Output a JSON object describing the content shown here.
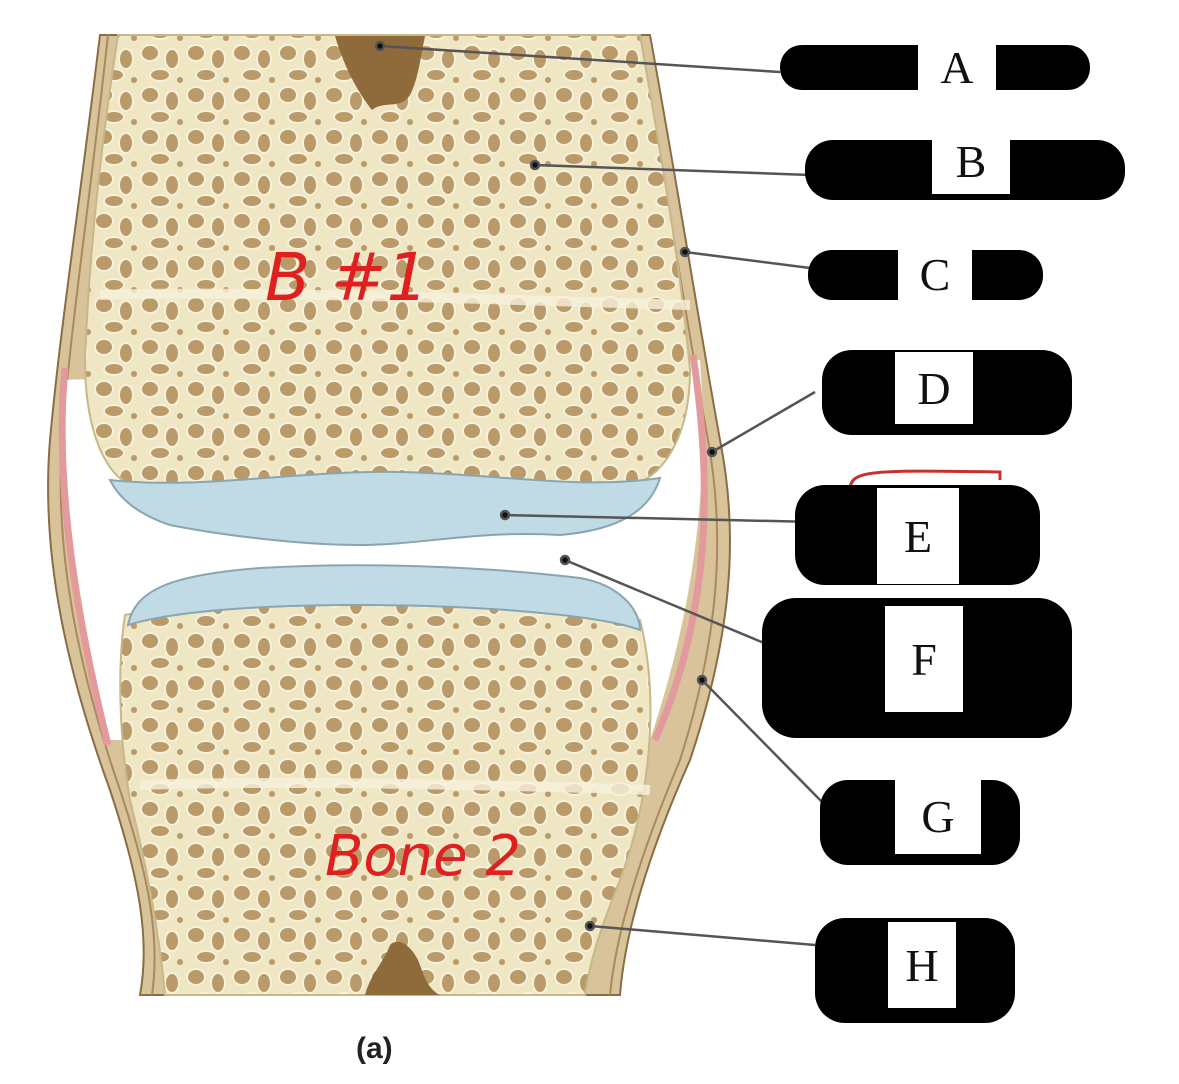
{
  "figure": {
    "caption": "(a)",
    "subject": "synovial joint cross-section",
    "colors": {
      "spongy_bone": "#efe6c3",
      "bone_cavity": "#b99a68",
      "marrow_cavity": "#8f6a3a",
      "periosteum_capsule": "#d9c39b",
      "synovial_membrane": "#e39a9c",
      "articular_cartilage": "#c0dbe6",
      "handwriting_red": "#e02020",
      "redaction_black": "#000000"
    }
  },
  "annotations": {
    "upper_bone": "B #1",
    "lower_bone": "Bone 2"
  },
  "labels": [
    {
      "letter": "A",
      "target": "medullary cavity (upper bone)"
    },
    {
      "letter": "B",
      "target": "spongy bone (upper)"
    },
    {
      "letter": "C",
      "target": "periosteum"
    },
    {
      "letter": "D",
      "target": "synovial membrane"
    },
    {
      "letter": "E",
      "target": "articular cartilage"
    },
    {
      "letter": "F",
      "target": "joint cavity"
    },
    {
      "letter": "G",
      "target": "fibrous capsule"
    },
    {
      "letter": "H",
      "target": "spongy bone (lower)"
    }
  ]
}
